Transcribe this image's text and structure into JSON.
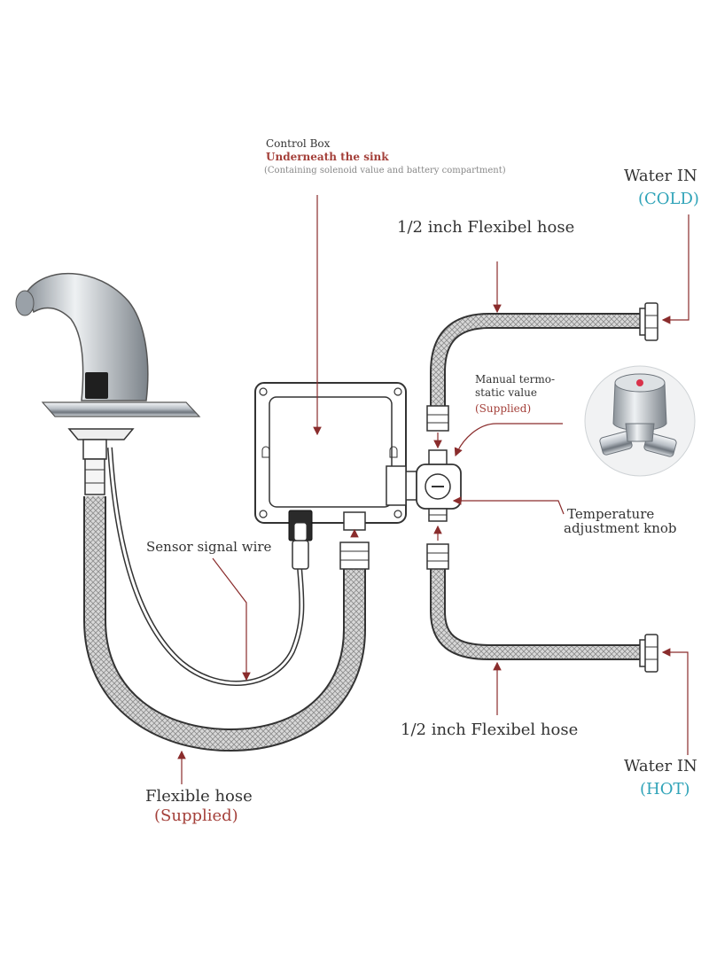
{
  "labels": {
    "control_box": {
      "title": "Control Box",
      "subtitle": "Underneath the sink",
      "note": "(Containing solenoid value and battery compartment)"
    },
    "water_in_cold": {
      "title": "Water IN",
      "tag": "(COLD)"
    },
    "water_in_hot": {
      "title": "Water IN",
      "tag": "(HOT)"
    },
    "hose_top": "1/2 inch Flexibel hose",
    "hose_bottom": "1/2 inch Flexibel hose",
    "thermostatic_valve": {
      "line1": "Manual termo-",
      "line2": "static value",
      "tag": "(Supplied)"
    },
    "temperature_knob": {
      "line1": "Temperature",
      "line2": "adjustment knob"
    },
    "sensor_wire": "Sensor signal wire",
    "flexible_hose": {
      "title": "Flexible hose",
      "tag": "(Supplied)"
    }
  },
  "colors": {
    "label_accent": "#a4403a",
    "water_label": "#2fa3b8",
    "leader_line": "#8a2c2c",
    "outline": "#333333",
    "chrome": "#bcc2c8"
  }
}
